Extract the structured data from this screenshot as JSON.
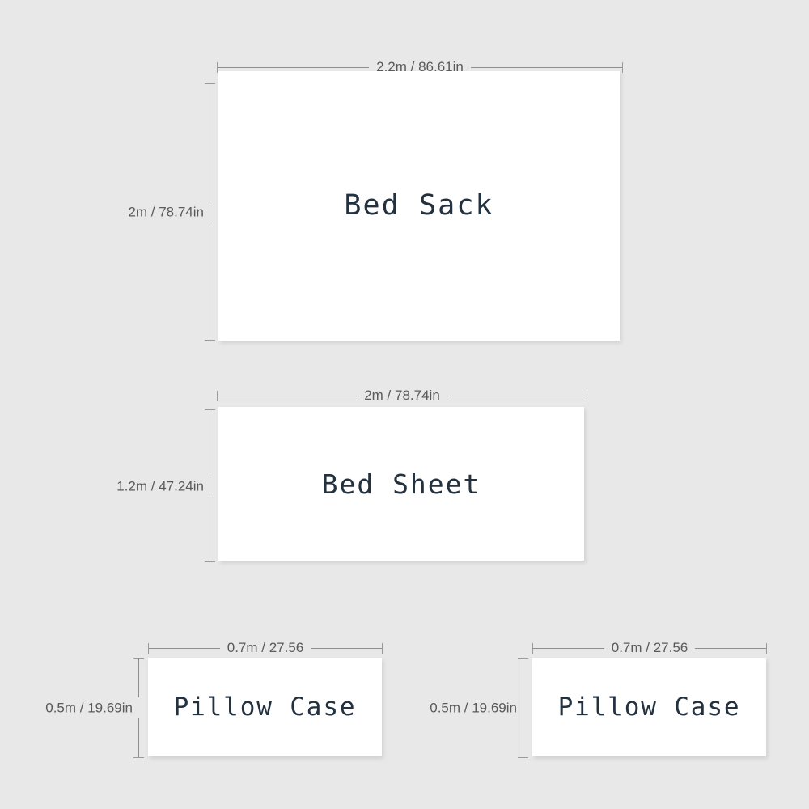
{
  "background_color": "#e8e8e8",
  "surface_color": "#ffffff",
  "label_color": "#243240",
  "dimension_text_color": "#5a5a5a",
  "dimension_line_color": "#8e8e8e",
  "items": [
    {
      "id": "bed-sack",
      "label": "Bed Sack",
      "width_label": "2.2m / 86.61in",
      "height_label": "2m / 78.74in"
    },
    {
      "id": "bed-sheet",
      "label": "Bed Sheet",
      "width_label": "2m / 78.74in",
      "height_label": "1.2m / 47.24in"
    },
    {
      "id": "pillow-case-left",
      "label": "Pillow Case",
      "width_label": "0.7m / 27.56",
      "height_label": "0.5m / 19.69in"
    },
    {
      "id": "pillow-case-right",
      "label": "Pillow Case",
      "width_label": "0.7m / 27.56",
      "height_label": "0.5m / 19.69in"
    }
  ]
}
